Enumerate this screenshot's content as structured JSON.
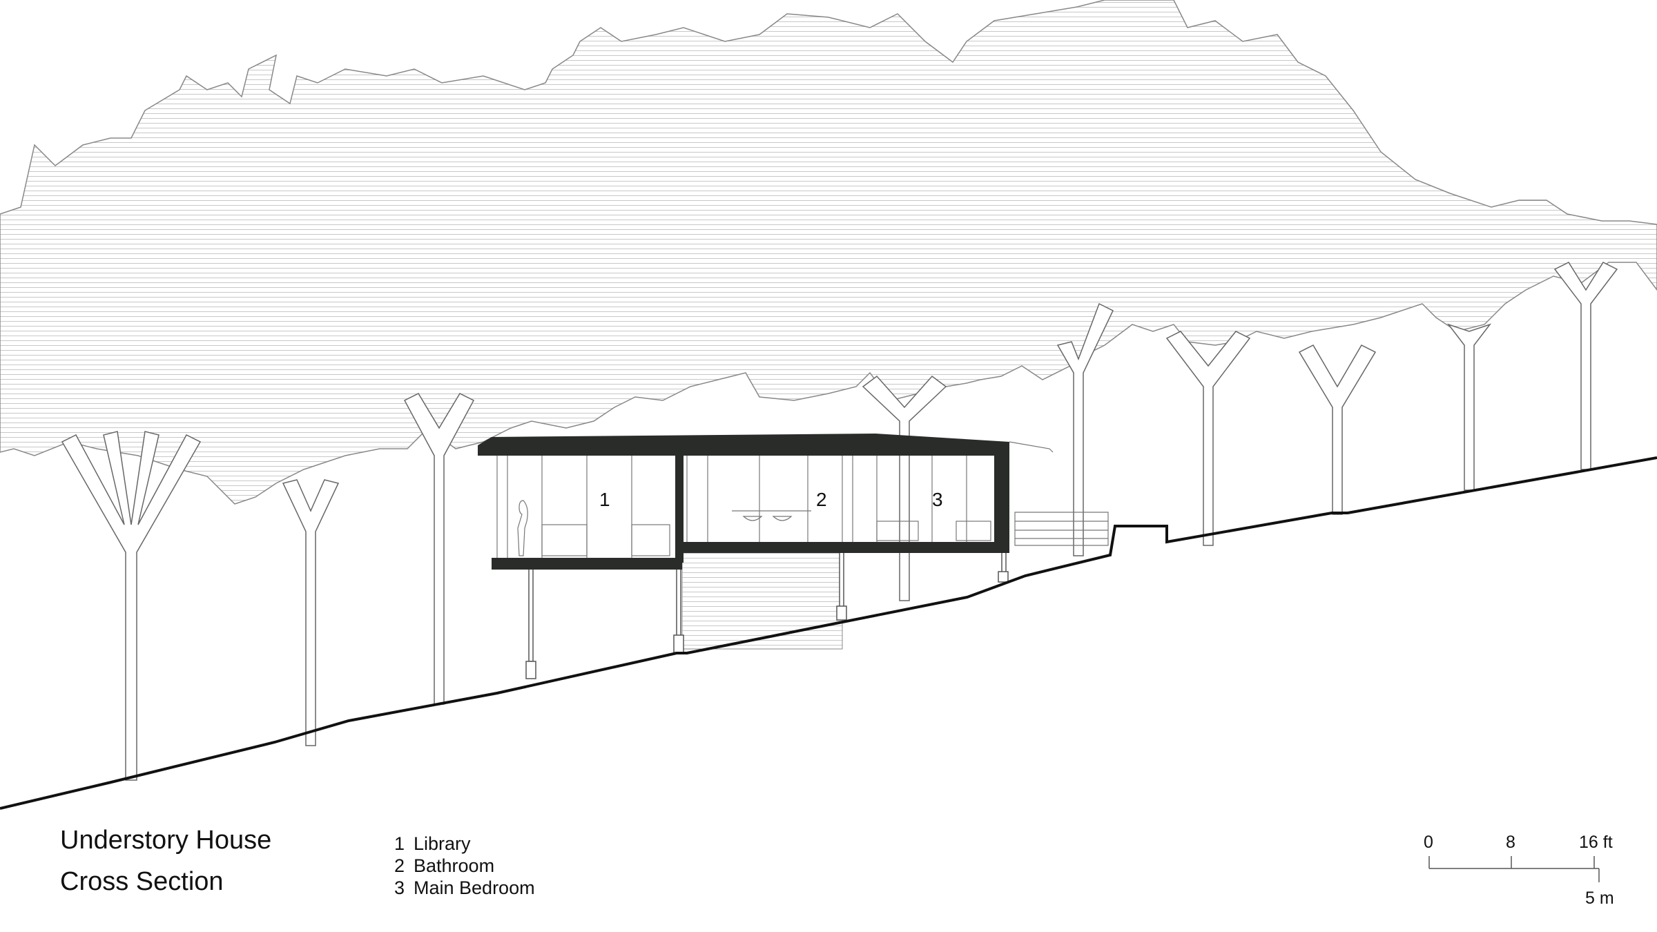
{
  "title": {
    "line1": "Understory House",
    "line2": "Cross Section"
  },
  "legend": [
    {
      "num": "1",
      "label": "Library"
    },
    {
      "num": "2",
      "label": "Bathroom"
    },
    {
      "num": "3",
      "label": "Main Bedroom"
    }
  ],
  "room_tags": [
    "1",
    "2",
    "3"
  ],
  "scale_bar": {
    "ft_labels": [
      "0",
      "8",
      "16 ft"
    ],
    "m_label": "5 m"
  },
  "colors": {
    "ink": "#2a2c2a",
    "line": "#777777",
    "hatch": "#c8c8c8"
  }
}
